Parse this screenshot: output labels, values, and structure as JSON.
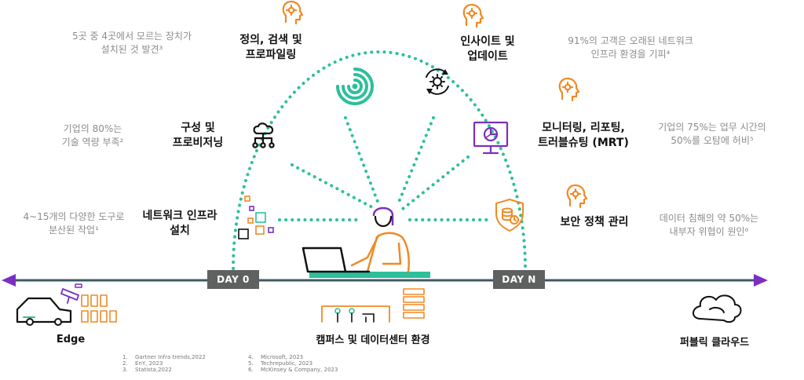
{
  "stats": {
    "devices": {
      "line1": "5곳 중 4곳에서 모르는 장치가",
      "line2": "설치된 것 발견³"
    },
    "skills": {
      "line1": "기업의 80%는",
      "line2": "기술 역량 부족²"
    },
    "tools": {
      "line1": "4~15개의 다양한 도구로",
      "line2": "분산된 작업¹"
    },
    "network": {
      "line1": "91%의 고객은 오래된 네트워크",
      "line2": "인프라 환경을 기피⁴"
    },
    "time": {
      "line1": "기업의 75%는 업무 시간의",
      "line2": "50%를 오탐에 허비⁵"
    },
    "breach": {
      "line1": "데이터 침해의 약 50%는",
      "line2": "내부자 위협이 원인⁶"
    }
  },
  "stages": {
    "define": {
      "line1": "정의, 검색 및",
      "line2": "프로파일링"
    },
    "insight": {
      "line1": "인사이트 및",
      "line2": "업데이트"
    },
    "config": {
      "line1": "구성 및",
      "line2": "프로비저닝"
    },
    "monitor": {
      "line1": "모니터링, 리포팅,",
      "line2": "트러블슈팅 (MRT)"
    },
    "install": {
      "line1": "네트워크 인프라",
      "line2": "설치"
    },
    "policy": {
      "line1": "보안 정책 관리"
    }
  },
  "timeline": {
    "day0": "DAY 0",
    "dayn": "DAY N"
  },
  "bottom": {
    "edge": "Edge",
    "campus": "캠퍼스 및 데이터센터 환경",
    "cloud": "퍼블릭 클라우드"
  },
  "footnotes": {
    "left": [
      {
        "num": "1.",
        "text": "Gartner Infra trends,2022"
      },
      {
        "num": "2.",
        "text": "EnY, 2023"
      },
      {
        "num": "3.",
        "text": "Statista,2022"
      }
    ],
    "right": [
      {
        "num": "4.",
        "text": "Microsoft, 2023"
      },
      {
        "num": "5.",
        "text": "Techrepublic, 2023"
      },
      {
        "num": "6.",
        "text": "McKinsey & Company, 2023"
      }
    ]
  },
  "colors": {
    "teal": "#2dbf9c",
    "orange": "#f08a24",
    "purple": "#7b2ec2",
    "axis": "#3d5a66",
    "daybox": "#5f6060"
  },
  "icons": [
    "head-gear-icon",
    "fingerprint-icon",
    "refresh-gear-icon",
    "network-tree-icon",
    "monitor-chart-icon",
    "squares-icon",
    "shield-database-icon",
    "person-laptop-icon",
    "car-camera-icon",
    "server-icon",
    "cloud-icon"
  ]
}
